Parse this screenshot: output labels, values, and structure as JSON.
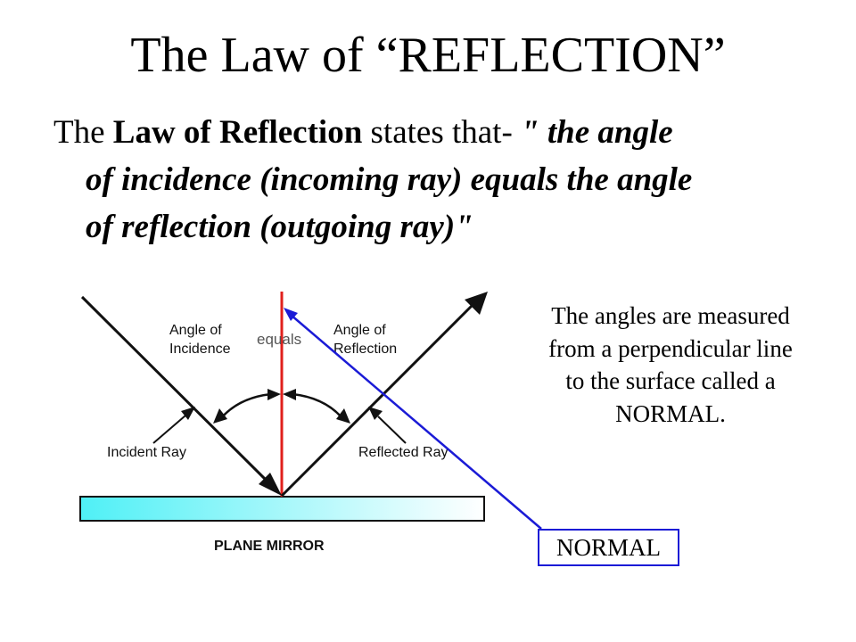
{
  "title": "The Law of “REFLECTION”",
  "statement": {
    "intro": "The ",
    "term": "Law of Reflection",
    "connector": " states that- ",
    "quote_line1": "\" the angle",
    "quote_line2": "of incidence (incoming ray) equals the angle",
    "quote_line3": "of reflection (outgoing ray)\""
  },
  "diagram": {
    "angle_incidence_line1": "Angle of",
    "angle_incidence_line2": "Incidence",
    "equals": "equals",
    "angle_reflection_line1": "Angle of",
    "angle_reflection_line2": "Reflection",
    "incident_ray": "Incident Ray",
    "reflected_ray": "Reflected Ray",
    "mirror_label": "PLANE MIRROR"
  },
  "note": "The angles are measured from a perpendicular line to the surface called a NORMAL.",
  "normal_label": "NORMAL",
  "colors": {
    "normal_line": "#e0201c",
    "pointer_line": "#1b1bd6",
    "mirror_start": "#4ff0f6",
    "mirror_end": "#ffffff"
  }
}
